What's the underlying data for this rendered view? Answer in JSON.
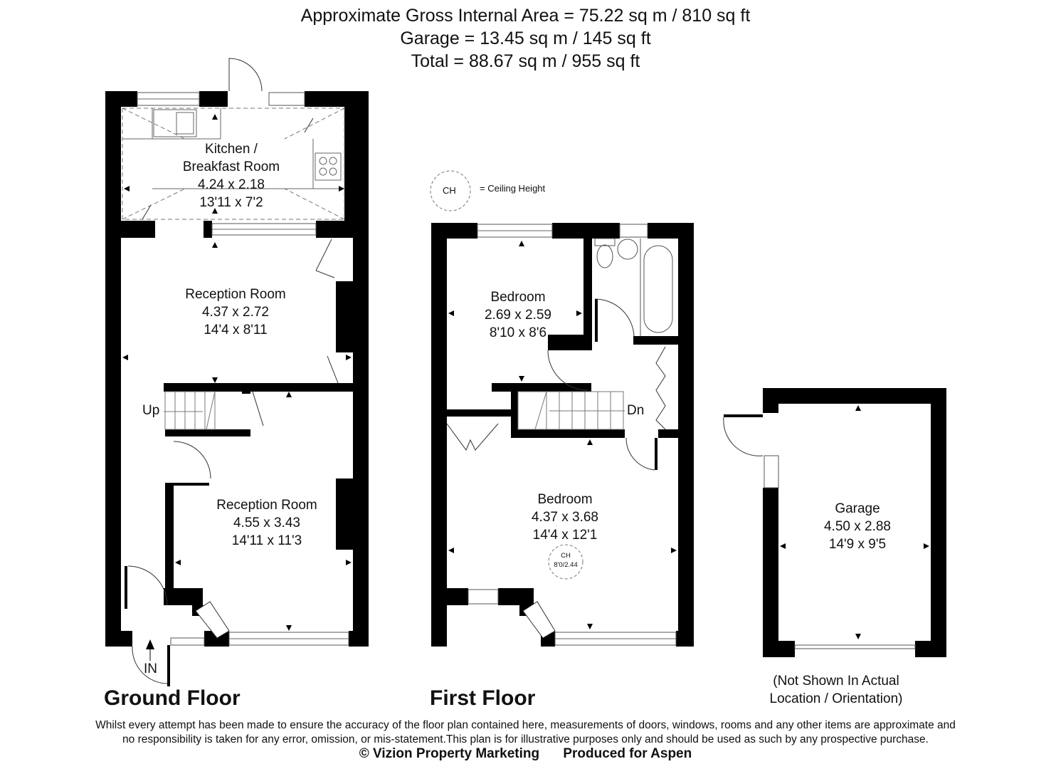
{
  "header": {
    "line1": "Approximate Gross Internal Area = 75.22 sq m / 810 sq ft",
    "line2": "Garage = 13.45 sq m / 145 sq ft",
    "line3": "Total = 88.67 sq m / 955 sq ft"
  },
  "legend": {
    "symbol": "CH",
    "text": "= Ceiling Height"
  },
  "ground_floor": {
    "title": "Ground Floor",
    "rooms": [
      {
        "name": "Kitchen /",
        "name2": "Breakfast Room",
        "metric": "4.24 x 2.18",
        "imperial": "13'11 x 7'2"
      },
      {
        "name": "Reception Room",
        "metric": "4.37 x 2.72",
        "imperial": "14'4 x 8'11"
      },
      {
        "name": "Reception Room",
        "metric": "4.55 x 3.43",
        "imperial": "14'11 x 11'3"
      }
    ],
    "stairs_label": "Up",
    "entrance_label": "IN"
  },
  "first_floor": {
    "title": "First Floor",
    "rooms": [
      {
        "name": "Bedroom",
        "metric": "2.69 x 2.59",
        "imperial": "8'10 x 8'6"
      },
      {
        "name": "Bedroom",
        "metric": "4.37 x 3.68",
        "imperial": "14'4 x 12'1",
        "ceiling_symbol": "CH",
        "ceiling_height": "8'0/2.44"
      }
    ],
    "stairs_label": "Dn"
  },
  "garage": {
    "name": "Garage",
    "metric": "4.50 x 2.88",
    "imperial": "14'9 x 9'5",
    "note_line1": "(Not Shown In Actual",
    "note_line2": "Location / Orientation)"
  },
  "footer": {
    "disclaimer_line1": "Whilst every attempt has been made to ensure the accuracy of the floor plan contained here, measurements of doors, windows, rooms and any other items are approximate and",
    "disclaimer_line2": "no responsibility is taken for any error, omission, or mis-statement.This plan is for illustrative purposes only and should be used as such by any prospective purchase.",
    "copyright": "© Vizion Property Marketing",
    "produced_for": "Produced for Aspen"
  }
}
